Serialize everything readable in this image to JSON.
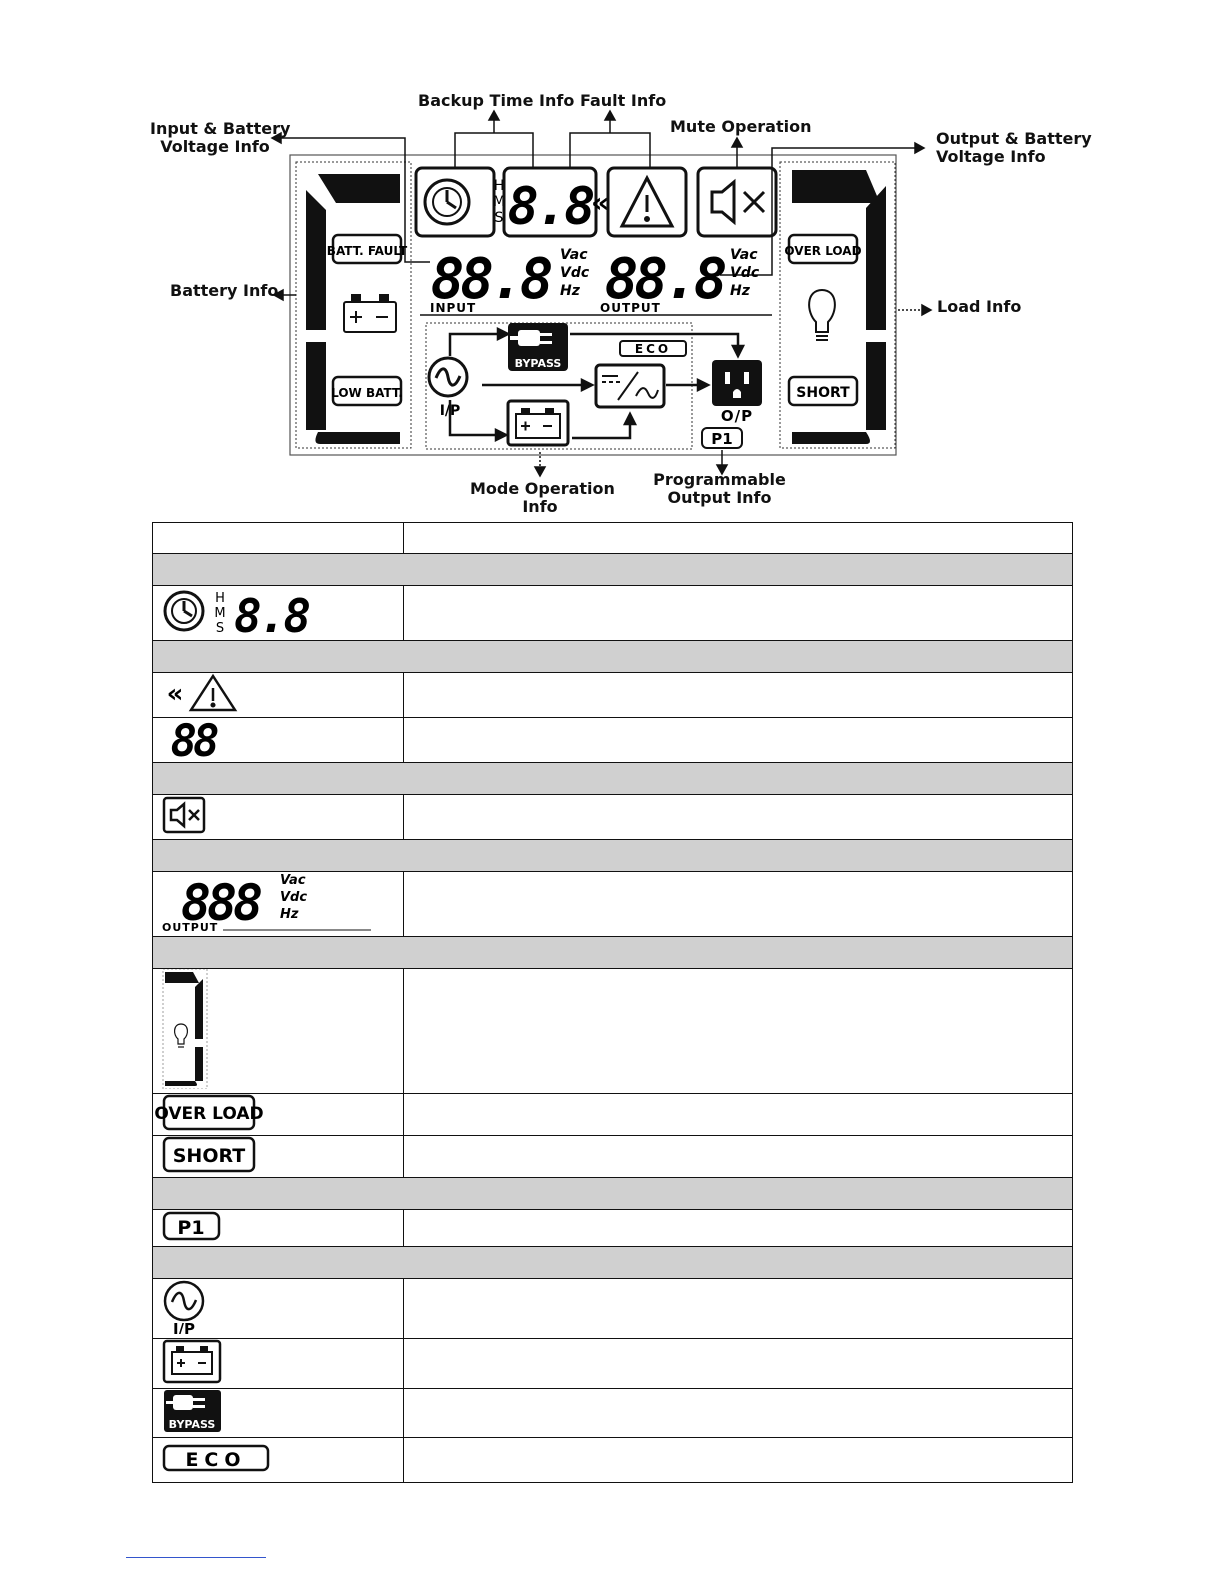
{
  "callouts": {
    "backup_time": "Backup Time Info",
    "fault": "Fault Info",
    "mute": "Mute Operation",
    "input_battery_voltage": [
      "Input & Battery",
      "Voltage Info"
    ],
    "output_battery_voltage": [
      "Output & Battery",
      "Voltage Info"
    ],
    "battery": "Battery Info",
    "load": "Load Info",
    "mode_operation": [
      "Mode Operation",
      "Info"
    ],
    "programmable_output": [
      "Programmable",
      "Output Info"
    ]
  },
  "lcd": {
    "hms": [
      "H",
      "M",
      "S"
    ],
    "digits_2": "8.8",
    "digits_3": "88.8",
    "units": [
      "Vac",
      "Vdc",
      "Hz"
    ],
    "input": "INPUT",
    "output": "OUTPUT",
    "batt_fault": "BATT. FAULT",
    "low_batt": "LOW BATT.",
    "over_load": "OVER LOAD",
    "short": "SHORT",
    "bypass": "BYPASS",
    "eco": "ECO",
    "ip": "I/P",
    "op": "O/P",
    "p1": "P1"
  },
  "legend_icons": {
    "hms": [
      "H",
      "M",
      "S"
    ],
    "digits_2": "8.8",
    "digits_2b": "88",
    "digits_3": "888",
    "units": [
      "Vac",
      "Vdc",
      "Hz"
    ],
    "output": "OUTPUT",
    "over_load": "OVER LOAD",
    "short": "SHORT",
    "p1": "P1",
    "ip": "I/P",
    "bypass": "BYPASS",
    "eco": "ECO"
  }
}
